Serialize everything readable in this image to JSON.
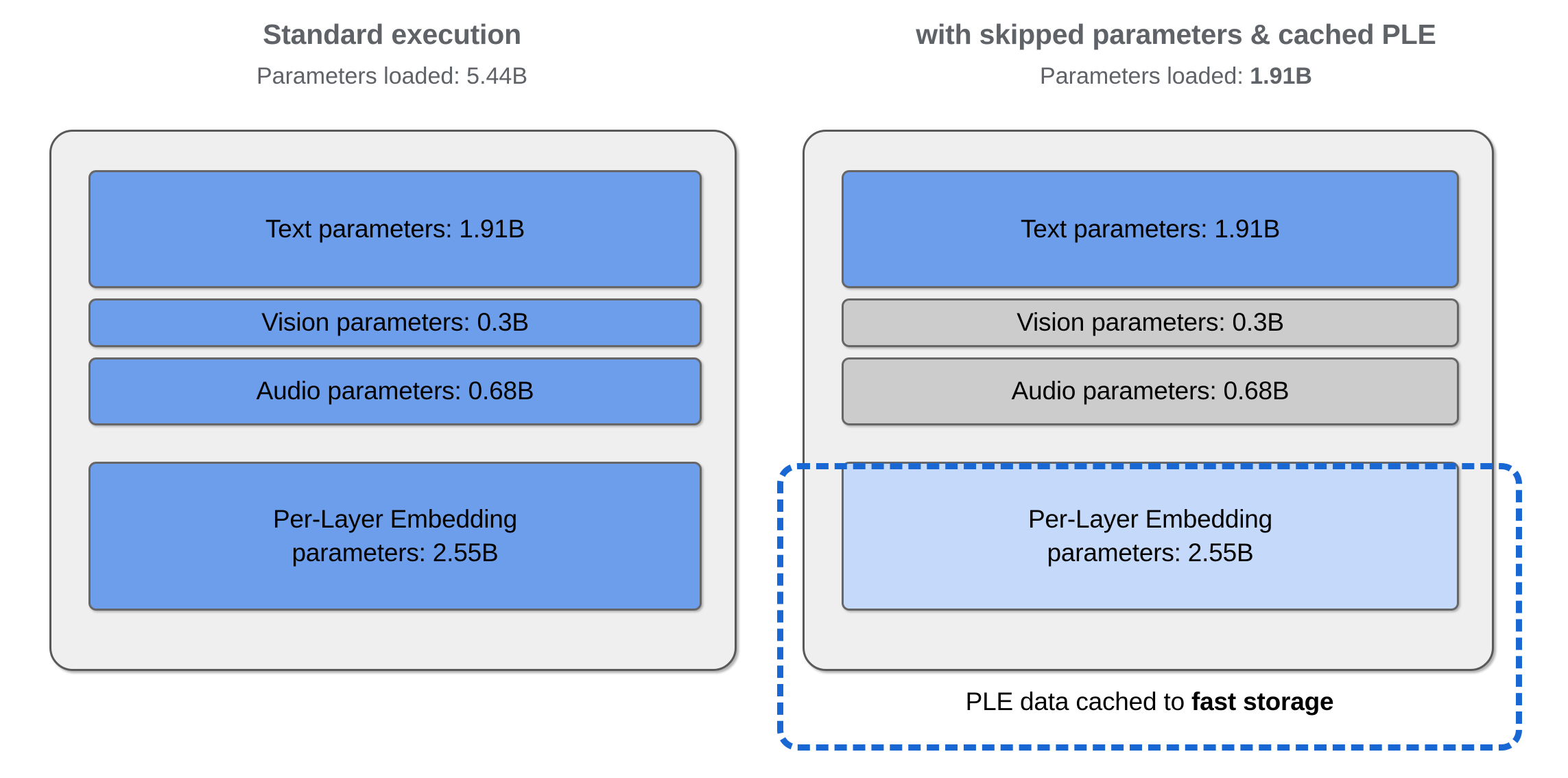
{
  "diagram": {
    "type": "comparison-diagram",
    "background": "#ffffff",
    "palette": {
      "loaded_blue": "#6d9eeb",
      "skipped_gray": "#cccccc",
      "cached_light_blue": "#c5d9fb",
      "callout_blue": "#1967d2",
      "container_fill": "#efefef",
      "container_border": "#595959",
      "heading_gray": "#5f6368",
      "label_black": "#000000"
    }
  },
  "columns": [
    {
      "id": "standard",
      "title": "Standard execution",
      "subtitle_prefix": "Parameters loaded: ",
      "subtitle_value": "5.44B",
      "subtitle_value_bold": false,
      "subtitle_full": "Parameters loaded: 5.44B",
      "blocks": [
        {
          "id": "text",
          "label": "Text parameters: 1.91B",
          "value_b": 1.91,
          "state": "loaded",
          "fill": "#6d9eeb"
        },
        {
          "id": "vision",
          "label": "Vision parameters: 0.3B",
          "value_b": 0.3,
          "state": "loaded",
          "fill": "#6d9eeb"
        },
        {
          "id": "audio",
          "label": "Audio parameters: 0.68B",
          "value_b": 0.68,
          "state": "loaded",
          "fill": "#6d9eeb"
        },
        {
          "id": "ple",
          "label_line1": "Per-Layer Embedding",
          "label_line2": "parameters: 2.55B",
          "value_b": 2.55,
          "state": "loaded",
          "fill": "#6d9eeb"
        }
      ],
      "total_loaded_b": 5.44
    },
    {
      "id": "optimized",
      "title": "with skipped parameters & cached PLE",
      "subtitle_prefix": "Parameters loaded: ",
      "subtitle_value": "1.91B",
      "subtitle_value_bold": true,
      "subtitle_full": "Parameters loaded: 1.91B",
      "blocks": [
        {
          "id": "text",
          "label": "Text parameters: 1.91B",
          "value_b": 1.91,
          "state": "loaded",
          "fill": "#6d9eeb"
        },
        {
          "id": "vision",
          "label": "Vision parameters: 0.3B",
          "value_b": 0.3,
          "state": "skipped",
          "fill": "#cccccc"
        },
        {
          "id": "audio",
          "label": "Audio parameters: 0.68B",
          "value_b": 0.68,
          "state": "skipped",
          "fill": "#cccccc"
        },
        {
          "id": "ple",
          "label_line1": "Per-Layer Embedding",
          "label_line2": "parameters: 2.55B",
          "value_b": 2.55,
          "state": "cached",
          "fill": "#c5d9fb"
        }
      ],
      "total_loaded_b": 1.91
    }
  ],
  "callout": {
    "id": "ple-cache",
    "style": "dashed",
    "color": "#1967d2",
    "caption_prefix": "PLE data cached to ",
    "caption_emphasis": "fast storage",
    "caption_full": "PLE data cached to fast storage"
  }
}
